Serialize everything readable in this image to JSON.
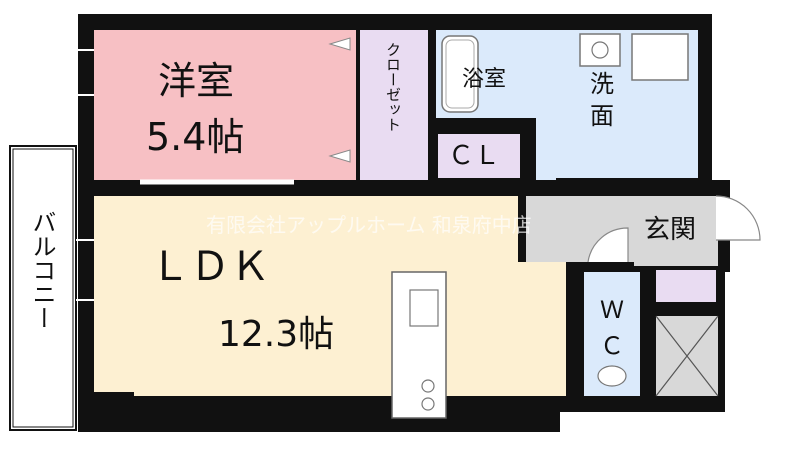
{
  "rooms": {
    "western_room": {
      "name": "洋室",
      "size": "5.4帖",
      "color": "#f7c0c4"
    },
    "closet": {
      "name": "クローゼット",
      "color": "#e9dcf2"
    },
    "bath": {
      "name": "浴室",
      "color": "#dbeafb"
    },
    "washroom": {
      "name_line1": "洗",
      "name_line2": "面",
      "color": "#dbeafb"
    },
    "cl": {
      "name": "ＣＬ",
      "color": "#e9dcf2"
    },
    "ldk": {
      "name": "ＬＤＫ",
      "size": "12.3帖",
      "color": "#fdf0d2"
    },
    "entrance": {
      "name": "玄関",
      "color": "#d8d8d8"
    },
    "wc": {
      "name_line1": "Ｗ",
      "name_line2": "Ｃ",
      "color": "#dbeafb"
    },
    "balcony": {
      "name": "バルコニー"
    }
  },
  "watermark": "有限会社アップルホーム 和泉府中店",
  "colors": {
    "wall": "#111111",
    "storage": "#e9dcf2"
  }
}
